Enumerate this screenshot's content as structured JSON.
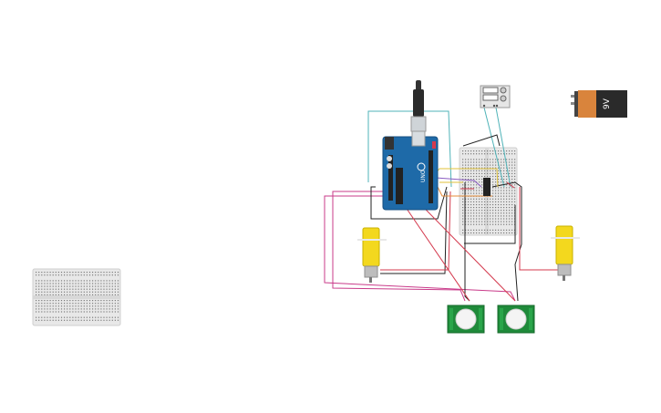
{
  "components": {
    "arduino": {
      "name": "Arduino Uno",
      "logo_text": "UNO"
    },
    "battery": {
      "label": "9V"
    },
    "motors": [
      {
        "id": "motor-left"
      },
      {
        "id": "motor-right"
      }
    ],
    "pir_sensors": [
      {
        "id": "pir-1"
      },
      {
        "id": "pir-2"
      }
    ],
    "motor_driver": {
      "id": "driver-chip"
    },
    "switch_module": {
      "id": "dual-switch"
    },
    "breadboards": [
      {
        "id": "main-breadboard"
      },
      {
        "id": "spare-breadboard"
      }
    ]
  },
  "colors": {
    "arduino_blue": "#1e6aa8",
    "battery_orange": "#d9843c",
    "battery_black": "#2a2a2a",
    "motor_yellow": "#f3d81e",
    "pir_green": "#1f8a3a",
    "wire_red": "#d43a4e",
    "wire_black": "#222222",
    "wire_magenta": "#c93b8a",
    "wire_teal": "#4fb3b8",
    "wire_yellow": "#e0c23a",
    "wire_orange": "#e48b3a"
  }
}
